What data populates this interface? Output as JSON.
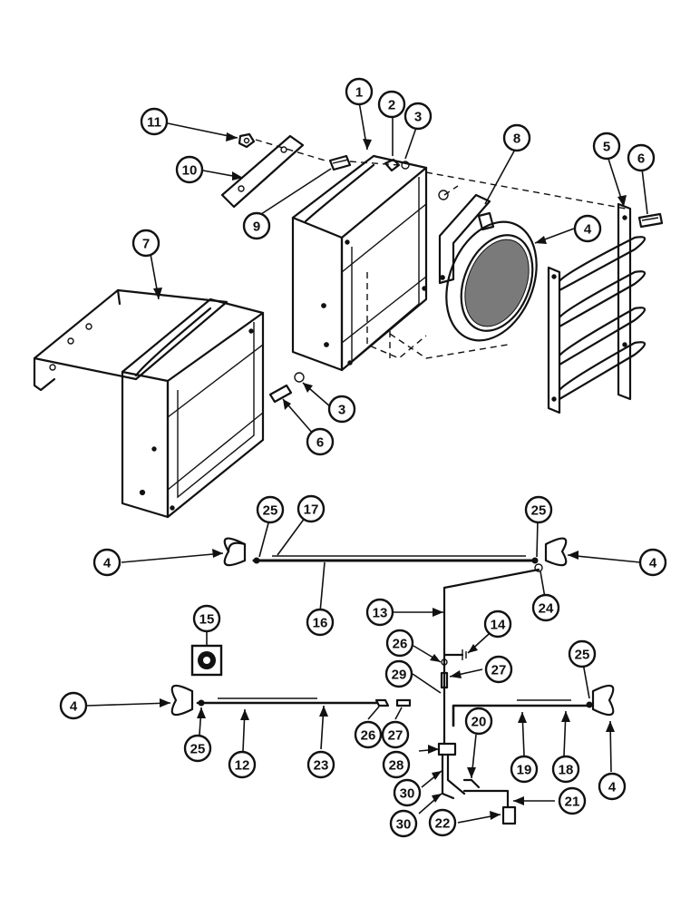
{
  "callouts": [
    {
      "label": "1"
    },
    {
      "label": "2"
    },
    {
      "label": "3"
    },
    {
      "label": "11"
    },
    {
      "label": "8"
    },
    {
      "label": "5"
    },
    {
      "label": "6"
    },
    {
      "label": "10"
    },
    {
      "label": "9"
    },
    {
      "label": "7"
    },
    {
      "label": "4"
    },
    {
      "label": "3"
    },
    {
      "label": "6"
    },
    {
      "label": "25"
    },
    {
      "label": "17"
    },
    {
      "label": "25"
    },
    {
      "label": "4"
    },
    {
      "label": "4"
    },
    {
      "label": "16"
    },
    {
      "label": "24"
    },
    {
      "label": "13"
    },
    {
      "label": "14"
    },
    {
      "label": "15"
    },
    {
      "label": "26"
    },
    {
      "label": "27"
    },
    {
      "label": "29"
    },
    {
      "label": "25"
    },
    {
      "label": "4"
    },
    {
      "label": "20"
    },
    {
      "label": "25"
    },
    {
      "label": "12"
    },
    {
      "label": "23"
    },
    {
      "label": "26"
    },
    {
      "label": "27"
    },
    {
      "label": "19"
    },
    {
      "label": "18"
    },
    {
      "label": "28"
    },
    {
      "label": "4"
    },
    {
      "label": "30"
    },
    {
      "label": "21"
    },
    {
      "label": "30"
    },
    {
      "label": "22"
    }
  ]
}
